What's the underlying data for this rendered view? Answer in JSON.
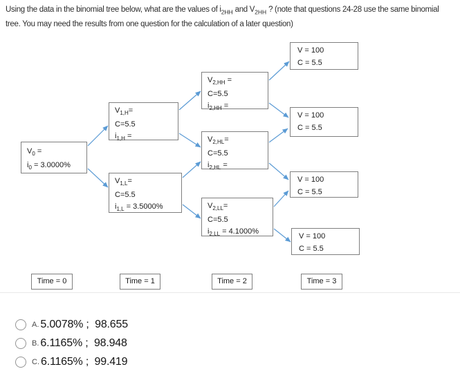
{
  "question": {
    "line1": {
      "pre": "Using the data in the binomial tree below, what are the values of i",
      "sub1": "2HH",
      "mid": " and V",
      "sub2": "2HH",
      "post": " ? (note that questions 24-28 use the same binomial"
    },
    "line2": "tree. You may need the results from one question for the calculation of a later question)"
  },
  "tree": {
    "nodes": {
      "v0": {
        "l1pre": "V",
        "l1sub": "0",
        "l1post": " =",
        "l2pre": "i",
        "l2sub": "0",
        "l2post": " = 3.0000%"
      },
      "v1h": {
        "l1pre": "V",
        "l1sub": "1,H",
        "l1post": "=",
        "l2": "C=5.5",
        "l3pre": "i",
        "l3sub": "1,H",
        "l3post": " ="
      },
      "v1l": {
        "l1pre": "V",
        "l1sub": "1,L",
        "l1post": "=",
        "l2": "C=5.5",
        "l3pre": "i",
        "l3sub": "1,L",
        "l3post": " = 3.5000%"
      },
      "v2hh": {
        "l1pre": "V",
        "l1sub": "2,HH",
        "l1post": " =",
        "l2": "C=5.5",
        "l3pre": "i",
        "l3sub": "2,HH",
        "l3post": " ="
      },
      "v2hl": {
        "l1pre": "V",
        "l1sub": "2,HL",
        "l1post": "=",
        "l2": "C=5.5",
        "l3pre": "i",
        "l3sub": "2,HL",
        "l3post": " ="
      },
      "v2ll": {
        "l1pre": "V",
        "l1sub": "2,LL",
        "l1post": "=",
        "l2": "C=5.5",
        "l3pre": "i",
        "l3sub": "2,LL",
        "l3post": " = 4.1000%"
      }
    },
    "terminals": [
      {
        "line1": "V = 100",
        "line2": "C = 5.5"
      },
      {
        "line1": "V = 100",
        "line2": "C = 5.5"
      },
      {
        "line1": "V = 100",
        "line2": "C = 5.5"
      },
      {
        "line1": "V = 100",
        "line2": "C = 5.5"
      }
    ],
    "time_labels": [
      "Time = 0",
      "Time = 1",
      "Time = 2",
      "Time = 3"
    ]
  },
  "options": [
    {
      "letter": "A.",
      "text": "5.0078% ;  98.655"
    },
    {
      "letter": "B.",
      "text": "6.1165% ;  98.948"
    },
    {
      "letter": "C.",
      "text": "6.1165% ;  99.419"
    }
  ],
  "colors": {
    "arrow": "#5b9bd5",
    "box_border": "#7f7f7f",
    "divider": "#e8e8e8"
  }
}
